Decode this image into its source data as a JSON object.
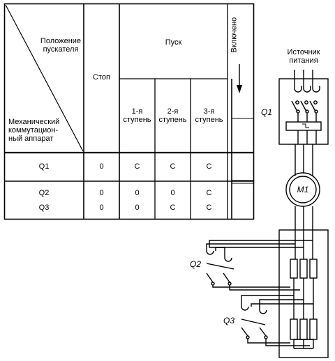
{
  "table": {
    "header": {
      "position_label_1": "Положение",
      "position_label_2": "пускателя",
      "device_label_1": "Механический",
      "device_label_2": "коммутацион-",
      "device_label_3": "ный аппарат",
      "stop": "Стоп",
      "start": "Пуск",
      "stages": [
        {
          "line1": "1-я",
          "line2": "ступень"
        },
        {
          "line1": "2-я",
          "line2": "ступень"
        },
        {
          "line1": "3-я",
          "line2": "ступень"
        }
      ],
      "switched_on": "Включено"
    },
    "rows": [
      {
        "device": "Q1",
        "values": [
          "0",
          "C",
          "C",
          "C"
        ]
      },
      {
        "device": "Q2",
        "values": [
          "0",
          "0",
          "0",
          "C"
        ]
      },
      {
        "device": "Q3",
        "values": [
          "0",
          "0",
          "C",
          "C"
        ]
      }
    ]
  },
  "schematic": {
    "source_label_1": "Источник",
    "source_label_2": "питания",
    "q1_label": "Q1",
    "motor_label": "M1",
    "q2_label": "Q2",
    "q3_label": "Q3"
  }
}
